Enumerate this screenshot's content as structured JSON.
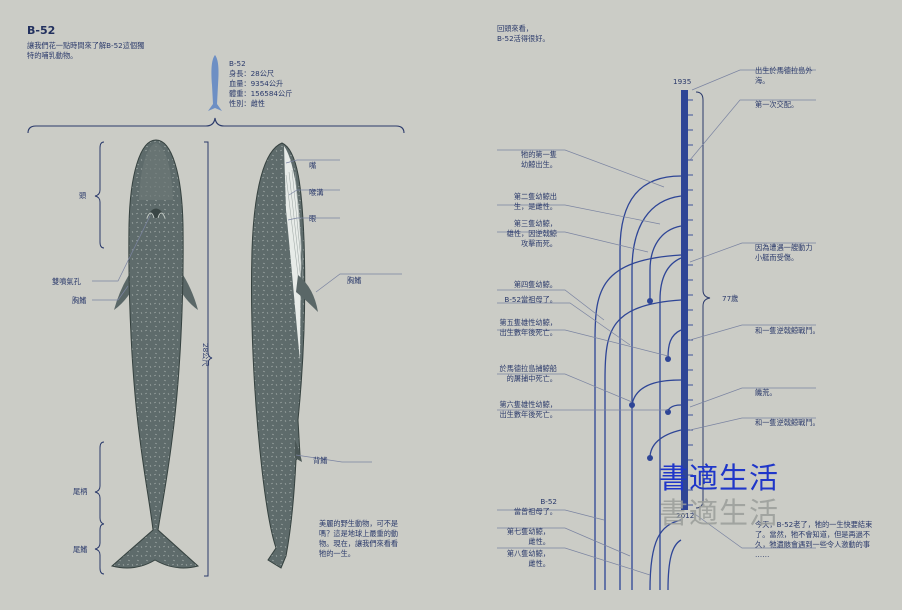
{
  "left": {
    "title": "B-52",
    "intro": [
      "讓我們花一點時間來了解B-52這個獨",
      "特的哺乳動物。"
    ],
    "spec": {
      "name": "B-52",
      "lines": [
        "身長：28公尺",
        "血量：9354公升",
        "體重：156584公斤",
        "性別：雌性"
      ]
    },
    "front_labels": {
      "head": "頭",
      "blowhole": "雙噴氣孔",
      "flipper": "胸鰭",
      "peduncle": "尾柄",
      "fluke": "尾鰭"
    },
    "length_label": "28公尺",
    "side_labels": {
      "mouth": "嘴",
      "grooves": "喉溝",
      "eye": "眼",
      "flipper": "胸鰭",
      "dorsal": "背鰭"
    },
    "closing": [
      "美麗的野生動物，可不是",
      "嗎？這是地球上最重的動",
      "物。現在，讓我們來看看",
      "牠的一生。"
    ]
  },
  "right": {
    "intro": [
      "回頭來看，",
      "B-52活得很好。"
    ],
    "year_start": "1935",
    "year_end": "2012",
    "age_label": "77歲",
    "left_events": [
      [
        "牠的第一隻",
        "幼鯨出生。"
      ],
      [
        "第二隻幼鯨出",
        "生，是雌性。"
      ],
      [
        "第三隻幼鯨，",
        "雄性，因逆戟鯨",
        "攻擊而死。"
      ],
      [
        "第四隻幼鯨。"
      ],
      [
        "B-52當祖母了。"
      ],
      [
        "第五隻雄性幼鯨，",
        "出生數年後死亡。"
      ],
      [
        "於馬德拉島捕鯨船",
        "的屠捕中死亡。"
      ],
      [
        "第六隻雄性幼鯨，",
        "出生數年後死亡。"
      ],
      [
        "B-52",
        "當曾祖母了。"
      ],
      [
        "第七隻幼鯨，",
        "雌性。"
      ],
      [
        "第八隻幼鯨，",
        "雌性。"
      ]
    ],
    "right_events": [
      [
        "出生於馬德拉島外",
        "海。"
      ],
      [
        "第一次交配。"
      ],
      [
        "因為遭遇一艘動力",
        "小艇而受傷。"
      ],
      [
        "和一隻逆戟鯨戰鬥。"
      ],
      [
        "饑荒。"
      ],
      [
        "和一隻逆戟鯨戰鬥。"
      ]
    ],
    "closing": [
      "今天，B-52老了，牠的一生快要結束",
      "了。當然，牠不會知道，但是再過不",
      "久，牠遺骸會遇到一些令人激動的事",
      "……"
    ]
  },
  "watermark": "書適生活",
  "colors": {
    "background": "#cbccc6",
    "navy": "#2b3a6b",
    "whale": "#5d6a6b",
    "accent": "#3a56a8",
    "watermark": "#1f36c9"
  }
}
